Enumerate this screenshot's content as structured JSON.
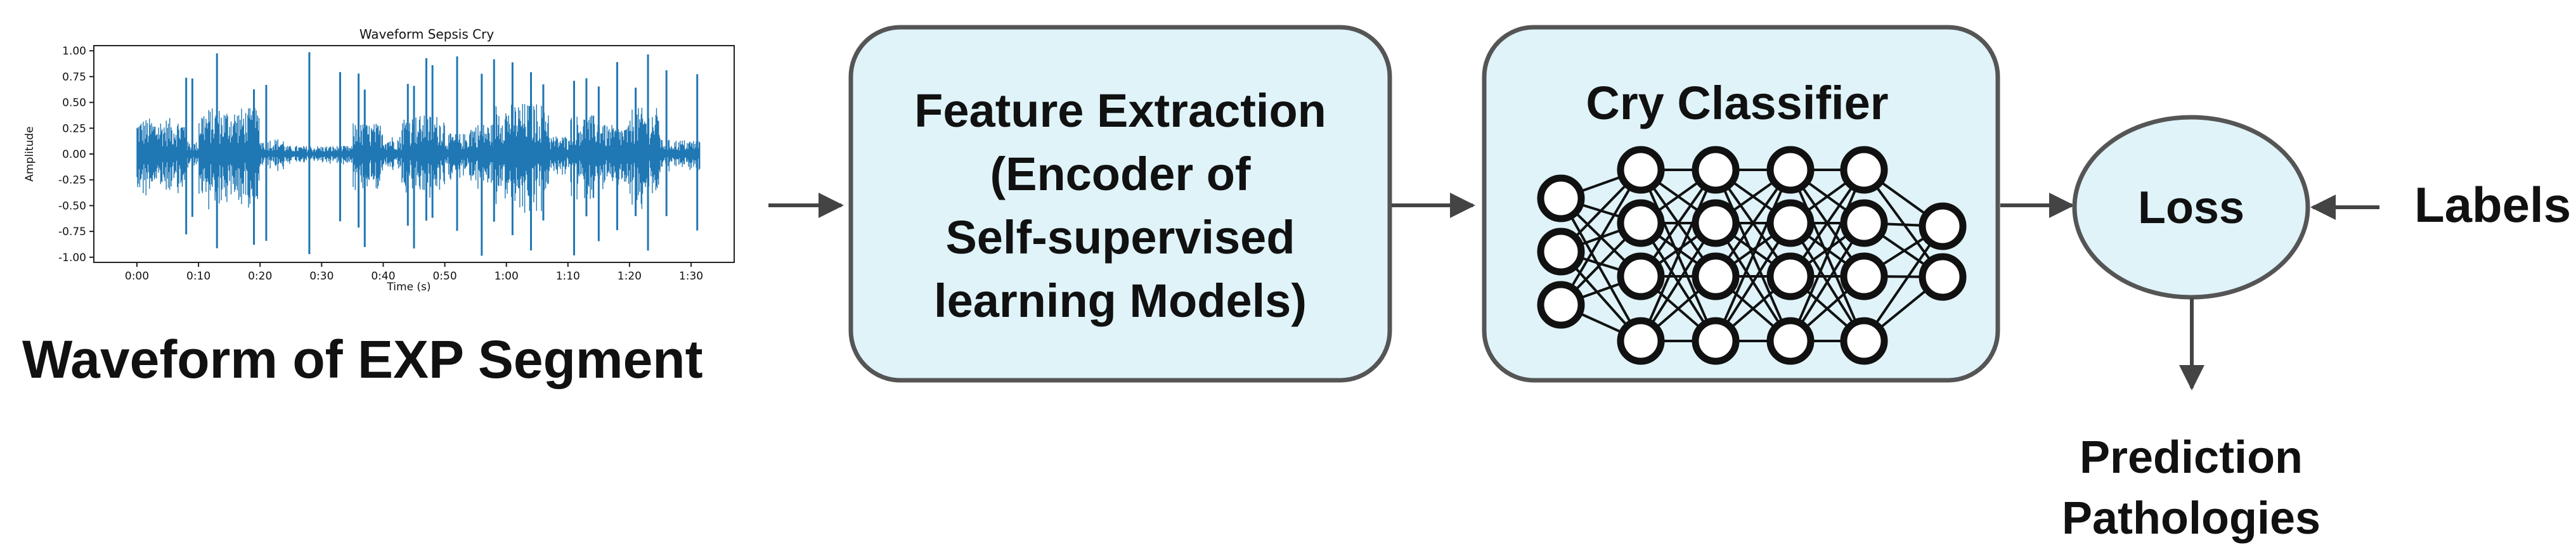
{
  "waveform_panel": {
    "title": "Waveform Sepsis Cry",
    "xlabel": "Time (s)",
    "ylabel": "Amplitude",
    "x_ticks": [
      "0:00",
      "0:10",
      "0:20",
      "0:30",
      "0:40",
      "0:50",
      "1:00",
      "1:10",
      "1:20",
      "1:30"
    ],
    "y_ticks": [
      "1.00",
      "0.75",
      "0.50",
      "0.25",
      "0.00",
      "-0.25",
      "-0.50",
      "-0.75",
      "-1.00"
    ],
    "caption": "Waveform of EXP Segment",
    "line_color": "#1f77b4"
  },
  "nodes": {
    "feature_extraction": {
      "lines": [
        "Feature Extraction",
        "(Encoder of",
        "Self-supervised",
        "learning Models)"
      ]
    },
    "cry_classifier": {
      "title": "Cry Classifier",
      "layer_sizes": [
        3,
        4,
        4,
        4,
        4,
        2
      ]
    },
    "loss": {
      "label": "Loss"
    },
    "labels": {
      "label": "Labels"
    },
    "prediction": {
      "lines": [
        "Prediction",
        "Pathologies"
      ]
    }
  },
  "colors": {
    "box_fill": "#dff3f9",
    "box_stroke": "#555555",
    "arrow": "#444444",
    "text": "#111111"
  }
}
